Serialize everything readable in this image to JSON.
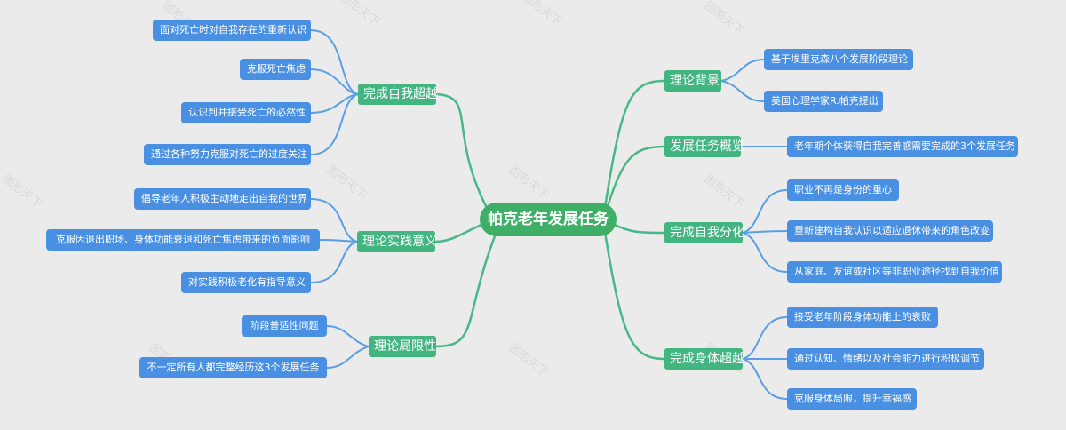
{
  "root": "帕克老年发展任务",
  "branches": {
    "b1": {
      "label": "完成自我超越",
      "leaves": [
        "面对死亡时对自我存在的重新认识",
        "克服死亡焦虑",
        "认识到并接受死亡的必然性",
        "通过各种努力克服对死亡的过度关注"
      ]
    },
    "b2": {
      "label": "理论实践意义",
      "leaves": [
        "倡导老年人积极主动地走出自我的世界",
        "克服因退出职场、身体功能衰退和死亡焦虑带来的负面影响",
        "对实践积极老化有指导意义"
      ]
    },
    "b3": {
      "label": "理论局限性",
      "leaves": [
        "阶段普适性问题",
        "不一定所有人都完整经历这3个发展任务"
      ]
    },
    "b4": {
      "label": "理论背景",
      "leaves": [
        "基于埃里克森八个发展阶段理论",
        "美国心理学家R.帕克提出"
      ]
    },
    "b5": {
      "label": "发展任务概览",
      "leaves": [
        "老年期个体获得自我完善感需要完成的3个发展任务"
      ]
    },
    "b6": {
      "label": "完成自我分化",
      "leaves": [
        "职业不再是身份的重心",
        "重新建构自我认识以适应退休带来的角色改变",
        "从家庭、友谊或社区等非职业途径找到自我价值"
      ]
    },
    "b7": {
      "label": "完成身体超越",
      "leaves": [
        "接受老年阶段身体功能上的衰败",
        "通过认知、情绪以及社会能力进行积极调节",
        "克服身体局限，提升幸福感"
      ]
    }
  },
  "watermark": "图形天下",
  "colors": {
    "background": "#ebebeb",
    "root": "#3fae67",
    "main": "#43b581",
    "leaf": "#4a90e2",
    "main_link": "#48b886",
    "leaf_link": "#5b9ee6"
  }
}
